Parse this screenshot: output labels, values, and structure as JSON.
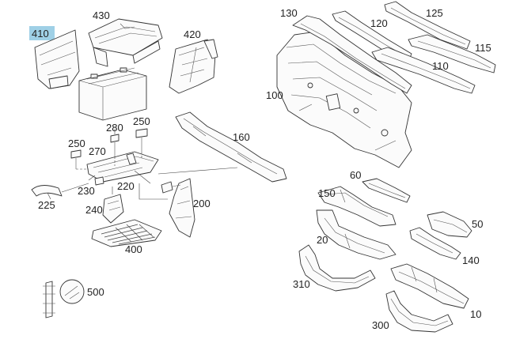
{
  "highlighted_part": "410",
  "part_labels": {
    "p410": "410",
    "p430": "430",
    "p420": "420",
    "p280": "280",
    "p250a": "250",
    "p250b": "250",
    "p270": "270",
    "p230": "230",
    "p220": "220",
    "p225": "225",
    "p240": "240",
    "p200": "200",
    "p400": "400",
    "p160": "160",
    "p500": "500",
    "p130": "130",
    "p125": "125",
    "p120": "120",
    "p115": "115",
    "p110": "110",
    "p100": "100",
    "p60": "60",
    "p150": "150",
    "p50": "50",
    "p20": "20",
    "p140": "140",
    "p310": "310",
    "p10": "10",
    "p300": "300"
  },
  "colors": {
    "highlight": "#9fd0e6",
    "line": "#333333",
    "text": "#222222"
  }
}
